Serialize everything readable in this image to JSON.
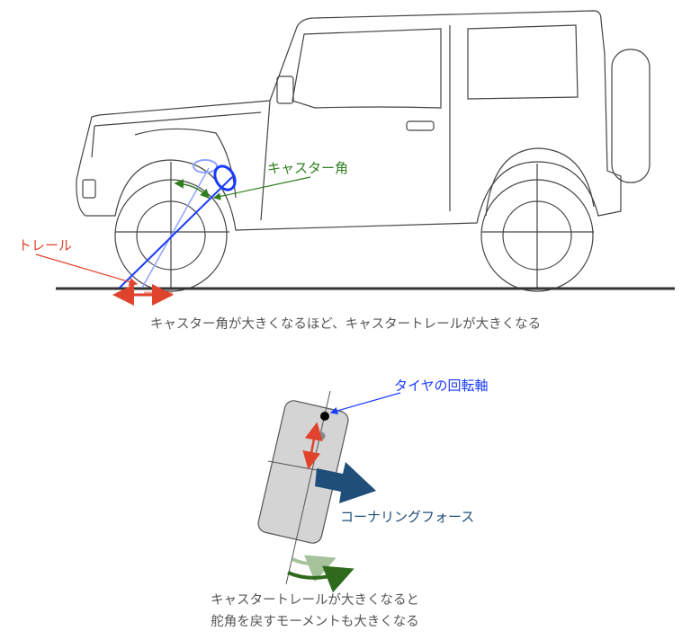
{
  "top": {
    "trail_label": "トレール",
    "caster_label": "キャスター角",
    "caption": "キャスター角が大きくなるほど、キャスタートレールが大きくなる"
  },
  "bottom": {
    "axis_label": "タイヤの回転軸",
    "force_label": "コーナリングフォース",
    "caption_line1": "キャスタートレールが大きくなると",
    "caption_line2": "舵角を戻すモーメントも大きくなる"
  },
  "colors": {
    "trail": "#e0432c",
    "caster": "#2e7d1e",
    "axis": "#1a3cff",
    "force": "#1f4e79",
    "caption": "#555555"
  }
}
